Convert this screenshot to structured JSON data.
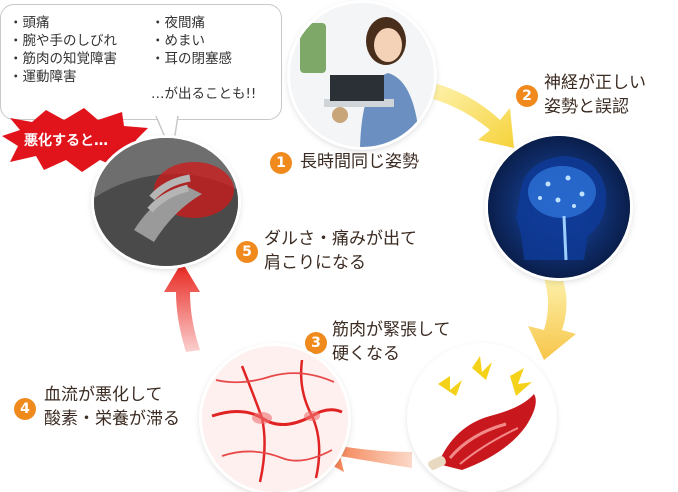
{
  "symptoms": {
    "left": [
      "頭痛",
      "腕や手のしびれ",
      "筋肉の知覚障害",
      "運動障害"
    ],
    "right": [
      "夜間痛",
      "めまい",
      "耳の閉塞感"
    ],
    "more": "…が出ることも!!"
  },
  "burst_label": "悪化すると…",
  "steps": [
    {
      "num": "1",
      "lines": [
        "長時間同じ姿勢"
      ],
      "color": "#f08a1c"
    },
    {
      "num": "2",
      "lines": [
        "神経が正しい",
        "姿勢と誤認"
      ],
      "color": "#f08a1c"
    },
    {
      "num": "3",
      "lines": [
        "筋肉が緊張して",
        "硬くなる"
      ],
      "color": "#f08a1c"
    },
    {
      "num": "4",
      "lines": [
        "血流が悪化して",
        "酸素・栄養が滞る"
      ],
      "color": "#f08a1c"
    },
    {
      "num": "5",
      "lines": [
        "ダルさ・痛みが出て",
        "肩こりになる"
      ],
      "color": "#f08a1c"
    }
  ],
  "colors": {
    "arrow_warm": "#f7c64a",
    "arrow_red": "#e8221b",
    "burst": "#e1141c"
  }
}
